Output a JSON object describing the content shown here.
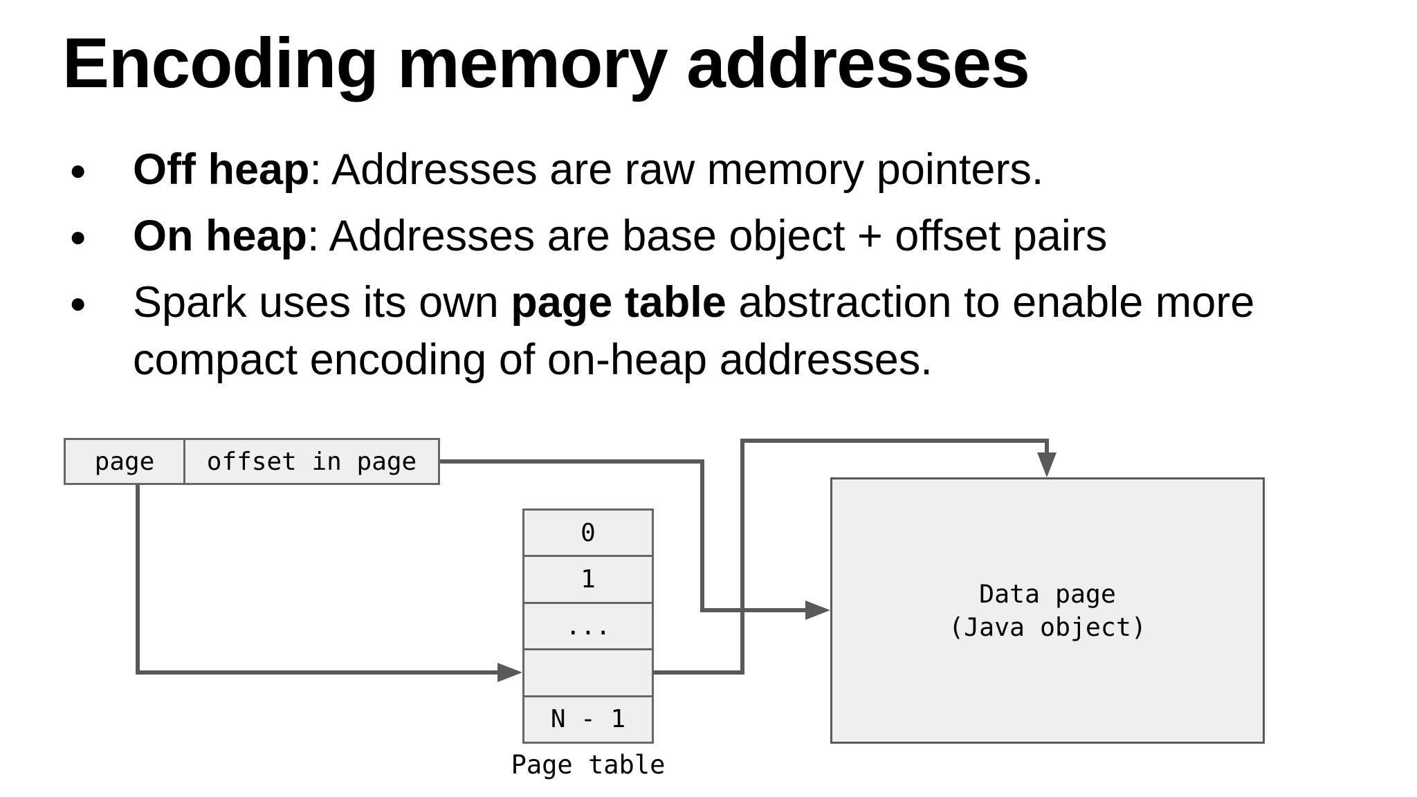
{
  "slide": {
    "title": "Encoding memory addresses",
    "bullets": [
      {
        "segments": [
          {
            "text": "Off heap",
            "bold": true
          },
          {
            "text": ": Addresses are raw memory pointers.",
            "bold": false
          }
        ]
      },
      {
        "segments": [
          {
            "text": "On heap",
            "bold": true
          },
          {
            "text": ": Addresses are base object + offset pairs",
            "bold": false
          }
        ]
      },
      {
        "segments": [
          {
            "text": "Spark uses its own ",
            "bold": false
          },
          {
            "text": "page table",
            "bold": true
          },
          {
            "text": " abstraction to enable more compact encoding of on-heap addresses.",
            "bold": false
          }
        ]
      }
    ],
    "bullet_glyph": "●"
  },
  "diagram": {
    "address_box": {
      "cells": [
        "page",
        "offset in page"
      ]
    },
    "page_table": {
      "rows": [
        "0",
        "1",
        "...",
        "",
        "N - 1"
      ],
      "label": "Page table"
    },
    "data_page": {
      "line1": "Data page",
      "line2": "(Java object)"
    },
    "colors": {
      "box_fill": "#efefef",
      "box_border": "#666666",
      "line": "#595959",
      "text": "#000000",
      "background": "#ffffff"
    }
  }
}
